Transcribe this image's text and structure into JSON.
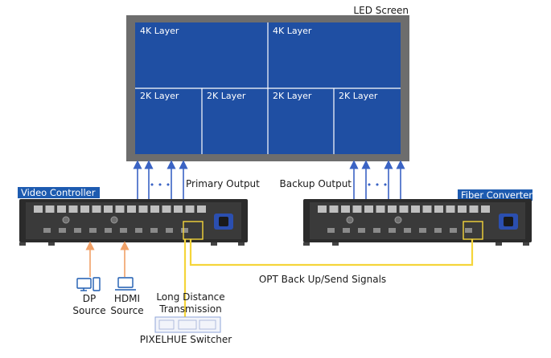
{
  "screen": {
    "title": "LED Screen",
    "layers": [
      "4K Layer",
      "4K Layer",
      "2K Layer",
      "2K Layer",
      "2K Layer",
      "2K Layer"
    ]
  },
  "outputs": {
    "primary": "Primary Output",
    "backup": "Backup Output",
    "dots": "• • •"
  },
  "devices": {
    "video_controller": "Video Controller",
    "fiber_converter": "Fiber Converter"
  },
  "sources": {
    "dp_line1": "DP",
    "dp_line2": "Source",
    "hdmi_line1": "HDMI",
    "hdmi_line2": "Source"
  },
  "links": {
    "opt_signals": "OPT Back Up/Send Signals",
    "long_distance_line1": "Long Distance",
    "long_distance_line2": "Transmission"
  },
  "switcher": {
    "label": "PIXELHUE Switcher"
  },
  "colors": {
    "screen_bezel": "#6d6d6d",
    "screen_panel": "#1f4fa3",
    "arrow_blue": "#3a63c4",
    "arrow_orange": "#f0a067",
    "fiber_yellow": "#f5d53a",
    "tag_blue": "#1d5bb0",
    "device_body": "#2b2b2b"
  }
}
